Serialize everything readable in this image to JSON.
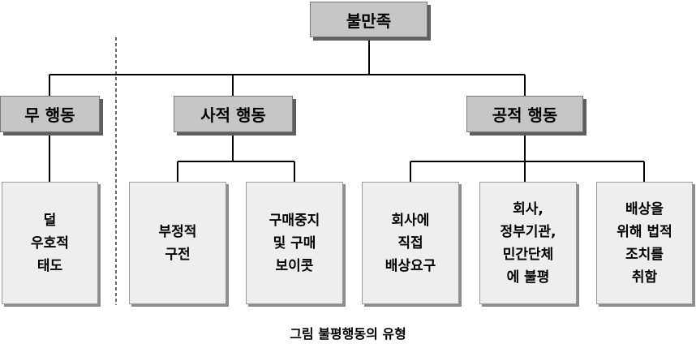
{
  "root": {
    "label": "불만족"
  },
  "categories": [
    {
      "label": "무 행동"
    },
    {
      "label": "사적 행동"
    },
    {
      "label": "공적 행동"
    }
  ],
  "leaves": [
    {
      "label": "덜\n우호적\n태도"
    },
    {
      "label": "부정적\n구전"
    },
    {
      "label": "구매중지\n및 구매\n보이콧"
    },
    {
      "label": "회사에\n직접\n배상요구"
    },
    {
      "label": "회사,\n정부기관,\n민간단체\n에 불평"
    },
    {
      "label": "배상을\n위해 법적\n조치를\n취함"
    }
  ],
  "caption": "그림 불평행동의 유형"
}
